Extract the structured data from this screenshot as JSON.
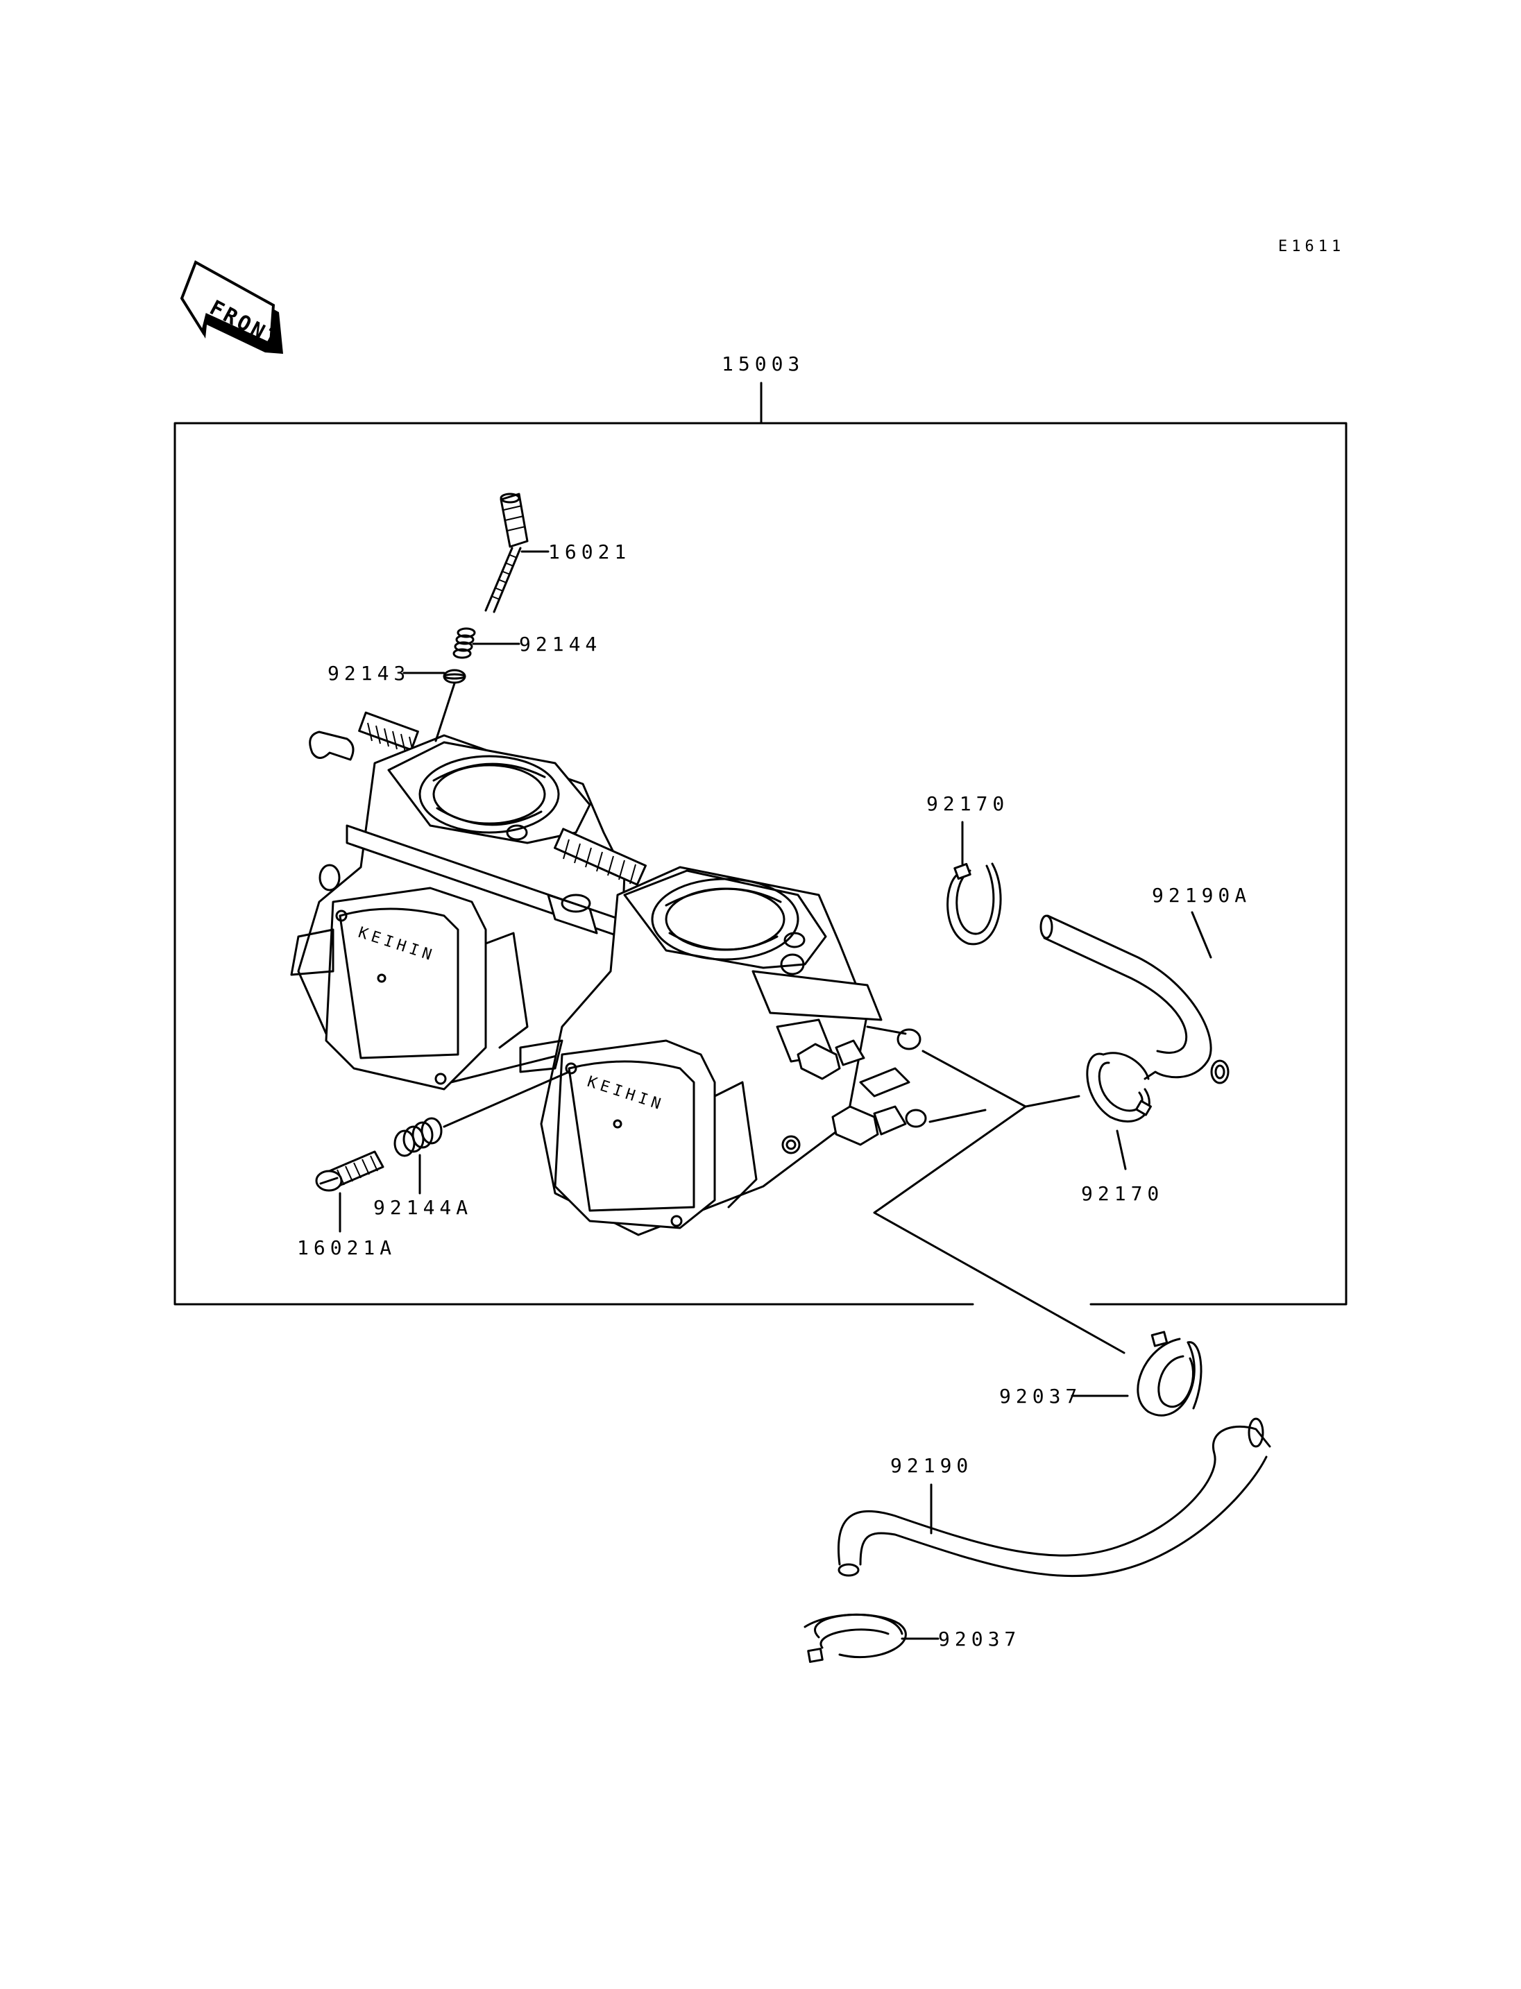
{
  "diagram_code": "E1611",
  "front_label": "FRONT",
  "parts": {
    "assembly": "15003",
    "pilot_screw": "16021",
    "spring": "92144",
    "washer": "92143",
    "clamp_upper": "92170",
    "hose_upper": "92190A",
    "clamp_right": "92170",
    "idle_spring": "92144A",
    "idle_screw": "16021A",
    "clamp_lower": "92037",
    "hose_lower": "92190",
    "clamp_bottom": "92037"
  },
  "carb_brand": "KEIHIN"
}
